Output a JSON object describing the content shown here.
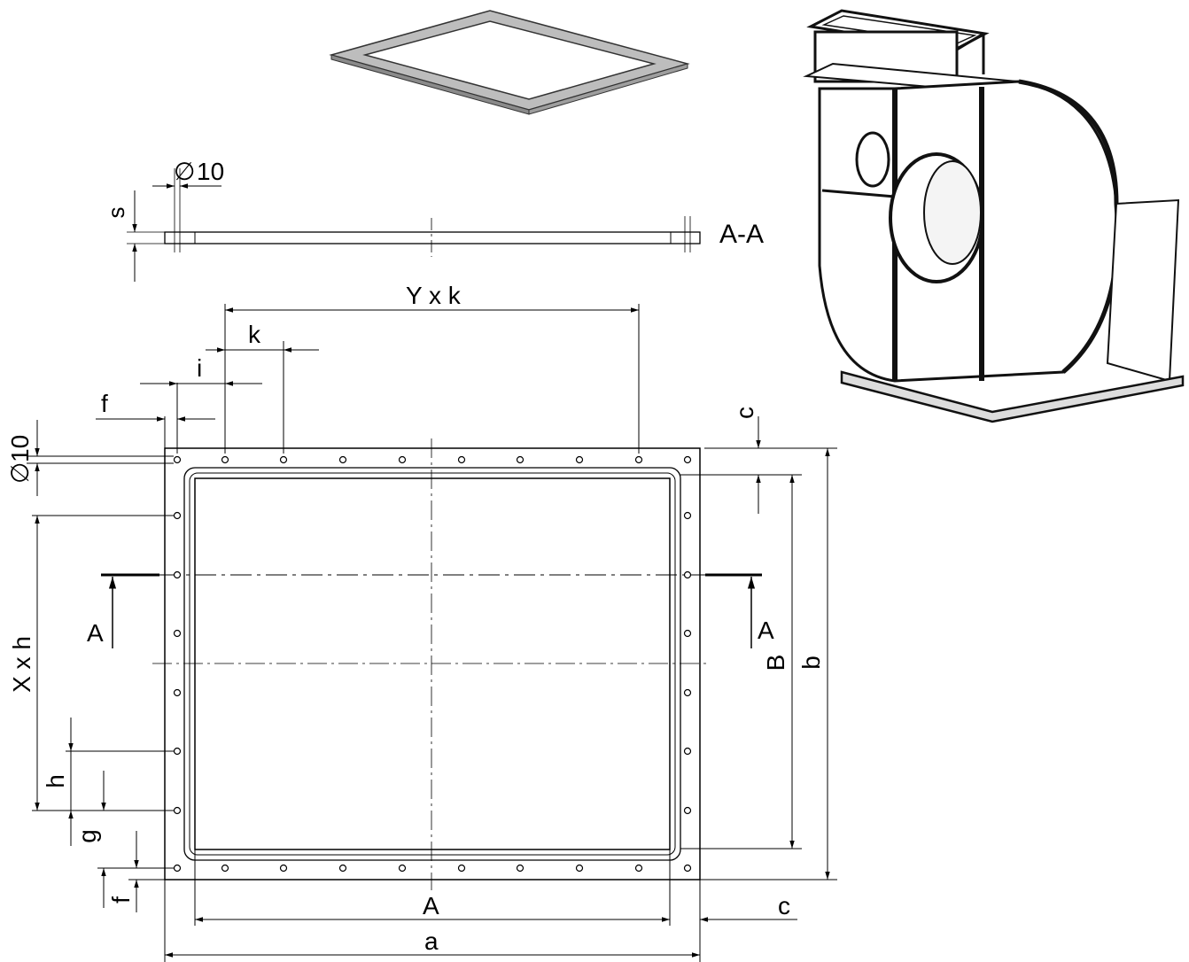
{
  "section": {
    "label": "A-A",
    "hole_diameter": "10",
    "thickness_label": "s"
  },
  "dimensions": {
    "top_pitch": "Y x k",
    "pitch_k": "k",
    "offset_i": "i",
    "offset_f_top": "f",
    "hole_dia": "10",
    "side_pitch": "X x h",
    "pitch_h": "h",
    "offset_g": "g",
    "offset_f_side": "f",
    "flange_c_top": "c",
    "flange_c_bottom": "c",
    "inner_B": "B",
    "outer_b": "b",
    "inner_A": "A",
    "outer_a": "a",
    "section_mark_left": "A",
    "section_mark_right": "A"
  },
  "symbols": {
    "diameter": "∅"
  }
}
